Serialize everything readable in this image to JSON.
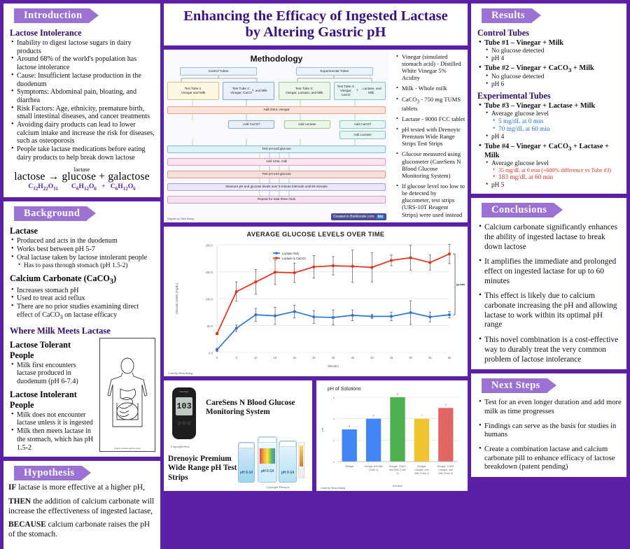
{
  "theme": {
    "bg": "#5B1FA8",
    "banner": "#9B72D4",
    "heading": "#2E0E66",
    "accent_blue": "#3B6FD4",
    "accent_red": "#E03427"
  },
  "title": {
    "line1": "Enhancing the Efficacy of Ingested Lactase",
    "line2": "by Altering Gastric pH"
  },
  "introduction": {
    "banner": "Introduction",
    "subhead": "Lactose Intolerance",
    "bullets": [
      "Inability to digest lactose sugars in dairy products",
      "Around 68% of the world's population has lactose intolerance",
      "Cause: Insufficient lactase production in the duodenum",
      "Symptoms: Abdominal pain, bloating, and diarrhea",
      "Risk Factors: Age, ethnicity, premature birth, small intestinal diseases, and cancer treatments",
      "Avoiding dairy products can lead to lower calcium intake and increase the risk for diseases, such as osteoporosis",
      "People take lactase medications before eating dairy products to help break down lactose"
    ],
    "equation": {
      "enzyme": "lactase",
      "main": "lactose → glucose + galactose",
      "formula_substrate": "C12H22O11",
      "formula_product1": "C6H12O6",
      "formula_plus": "+",
      "formula_product2": "C6H12O6"
    }
  },
  "background": {
    "banner": "Background",
    "lactase_head": "Lactase",
    "lactase_bullets": [
      "Produced and acts in the duodenum",
      "Works best between pH 5-7",
      "Oral lactase taken by lactose intolerant people"
    ],
    "lactase_sub": "Has to pass through stomach (pH 1.5-2)",
    "caco3_head": "Calcium Carbonate (CaCO3)",
    "caco3_bullets": [
      "Increases stomach pH",
      "Used to treat acid reflux",
      "There are no prior studies examining direct effect of CaCO3 on lactase efficacy"
    ]
  },
  "where_milk": {
    "title": "Where Milk Meets Lactase",
    "tolerant_head": "Lactose Tolerant People",
    "tolerant_bullets": [
      "Milk first encounters lactase produced in duodenum (pH 6-7.4)"
    ],
    "intolerant_head": "Lactose Intolerant People",
    "intolerant_bullets": [
      "Milk does not encounter lactase unless it is ingested",
      "Milk then meets lactase in the stomach, which has pH 1.5-2"
    ],
    "figure_caption": "Diagram of human digestive system"
  },
  "hypothesis": {
    "banner": "Hypothesis",
    "p1_lead": "IF",
    "p1": " lactase is more effective at a higher pH,",
    "p2_lead": "THEN",
    "p2": " the addition of calcium carbonate will increase the effectiveness of ingested lactase,",
    "p3_lead": "BECAUSE",
    "p3": " calcium carbonate raises the pH of the stomach."
  },
  "methodology": {
    "title": "Methodology",
    "group_control": "Control Tubes",
    "group_experimental": "Experimental Tubes",
    "tubes": [
      "Test Tube 1:\nVinegar and Milk",
      "Test Tube 2:\nVinegar, CaCO3, and Milk",
      "Test Tube 3:\nVinegar, Lactase, and Milk",
      "Test Tube 4:\nVinegar, CaCO3, Lactase, and Milk"
    ],
    "steps": {
      "add_vinegar": "Add 20mL vinegar",
      "add_caco3": "Add CaCO3",
      "add_lactase": "Add Lactase",
      "test1": "Test pH and glucose",
      "add_milk": "Add 10mL milk",
      "test2": "Test pH and glucose",
      "measure": "Measure pH and glucose levels over 5-minute intervals until 60 minutes",
      "repeat": "Repeat for total three trials"
    },
    "diagram_credit": "Diagram by Olivia Huang",
    "biorender": "Created in BioRender.com",
    "biorender_badge": "bio",
    "materials": [
      "Vinegar (simulated stomach acid) - Distilled White Vinegar 5% Acidity",
      "Milk - Whole milk",
      "CaCO3 - 750 mg TUMS tablets",
      "Lactase - 9000 FCC tablet",
      "pH tested with Drenoyic Premium Wide Range Strips Test Strips",
      "Glucose measured using glucometer (CareSens N Blood Glucose Monitoring System)",
      "If glucose level too low to be detected by glucometer, test strips (URS-10T Reagent Strips) were used instead"
    ]
  },
  "chart_data": [
    {
      "type": "line",
      "title": "AVERAGE GLUCOSE LEVELS OVER TIME",
      "xlabel": "Minutes",
      "ylabel": "Glucose Levels (mg/dL)",
      "x": [
        0,
        5,
        10,
        15,
        20,
        25,
        30,
        35,
        40,
        45,
        50,
        55,
        60
      ],
      "xlim": [
        0,
        60
      ],
      "ylim": [
        0,
        200
      ],
      "yticks": [
        "0.0",
        "50.0",
        "100.0",
        "150.0",
        "200.0"
      ],
      "xticks": [
        "0",
        "5",
        "10",
        "15",
        "20",
        "25",
        "30",
        "35",
        "40",
        "45",
        "50",
        "55",
        "60"
      ],
      "grid": true,
      "legend_position": "top-center",
      "annotation": "(p-value=0.014)",
      "credit": "Chart by Olivia Huang",
      "series": [
        {
          "name": "Lactase Only",
          "color": "#2C72D2",
          "values": [
            5,
            45,
            70,
            68,
            76,
            66,
            65,
            69,
            67,
            67,
            74,
            66,
            70
          ],
          "error": [
            3,
            6,
            12,
            16,
            12,
            12,
            14,
            10,
            4,
            8,
            22,
            9,
            6
          ]
        },
        {
          "name": "Lactase & CaCO3",
          "color": "#E42E16",
          "values": [
            35,
            113,
            131,
            149,
            148,
            159,
            161,
            160,
            158,
            171,
            176,
            167,
            183
          ],
          "error": [
            2,
            18,
            23,
            23,
            18,
            21,
            17,
            30,
            27,
            10,
            23,
            14,
            18
          ]
        }
      ]
    },
    {
      "type": "bar",
      "title": "pH of Solutions",
      "xlabel": "Solution",
      "ylabel": "pH",
      "categories": [
        "Vinegar",
        "Vinegar and Milk (Tube 1)",
        "Vinegar, TUMS, and Milk (Tube 2)",
        "Vinegar, Lactase, and Milk (Tube 3)",
        "Vinegar, TUMS, Lactase, and Milk (Tube 4)"
      ],
      "values": [
        3,
        4,
        6,
        4,
        5
      ],
      "colors": [
        "#4285F4",
        "#4285F4",
        "#4CAF50",
        "#F1C232",
        "#E06666"
      ],
      "label_colors": [
        "#4285F4",
        "#4285F4",
        "#4CAF50",
        "#F1C232",
        "#E06666"
      ],
      "ylim": [
        0,
        6
      ],
      "yticks": [
        "0",
        "2",
        "4",
        "6"
      ],
      "grid": true,
      "credit": "Chart by Olivia Huang"
    }
  ],
  "photos": {
    "glucometer_label": "CareSens N Blood Glucose Monitoring System",
    "glucometer_reading": "103",
    "glucometer_brand": "CareSens",
    "glucometer_copyright": "Copyright iSens",
    "strips_label": "Drenoyic Premium Wide Range pH Test Strips",
    "strips_copyright": "Copyright Drenoyic",
    "strip_bottle_text": "pH 0-14"
  },
  "results": {
    "banner": "Results",
    "control_head": "Control Tubes",
    "control": [
      {
        "title": "Tube #1 – Vinegar + Milk",
        "subs": [
          "No glucose detected",
          "pH 4"
        ]
      },
      {
        "title": "Tube #2 – Vinegar + CaCO3 + Milk",
        "subs": [
          "No glucose detected",
          "pH 6"
        ]
      }
    ],
    "experimental_head": "Experimental Tubes",
    "experimental": [
      {
        "title": "Tube #3 – Vinegar + Lactase + Milk",
        "sub_main": "Average glucose level",
        "values": [
          "5 mg/dL at 0 min",
          "70 mg/dL at 60 min"
        ],
        "ph": "pH 4"
      },
      {
        "title": "Tube #4 – Vinegar + CaCO3 + Lactase + Milk",
        "sub_main": "Average glucose level",
        "values": [
          "35 mg/dL at 0 min (+600% difference vs Tube #3)",
          "183 mg/dL at 60 min"
        ],
        "ph": "pH 5"
      }
    ]
  },
  "conclusions": {
    "banner": "Conclusions",
    "bullets": [
      "Calcium carbonate significantly enhances the ability of ingested lactase to break down lactose",
      "It amplifies the immediate and prolonged effect on ingested lactase for up to 60 minutes",
      "This effect is likely due to calcium carbonate increasing the pH and allowing lactase to work within its optimal pH range",
      "This novel combination is a cost-effective way to durably treat the very common problem of lactose intolerance"
    ]
  },
  "next_steps": {
    "banner": "Next Steps",
    "bullets": [
      "Test for an even longer duration and add more milk as time progresses",
      "Findings can serve as the basis for studies in humans",
      "Create a combination lactase and calcium carbonate pill to enhance efficacy of lactose breakdown (patent pending)"
    ]
  }
}
